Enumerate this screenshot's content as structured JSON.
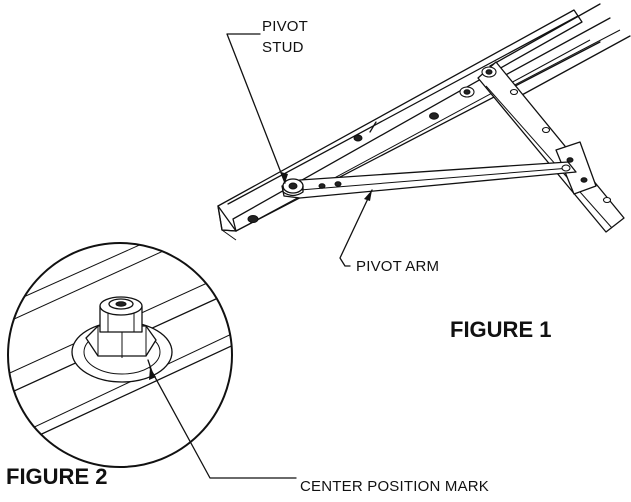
{
  "labels": {
    "pivot_stud_line1": "PIVOT",
    "pivot_stud_line2": "STUD",
    "pivot_arm": "PIVOT ARM",
    "center_position_mark": "CENTER POSITION MARK",
    "figure_1": "FIGURE 1",
    "figure_2": "FIGURE 2"
  },
  "icons": {
    "hinge_assembly": "window-hinge-diagram",
    "detail_magnifier": "circular-detail-view"
  }
}
